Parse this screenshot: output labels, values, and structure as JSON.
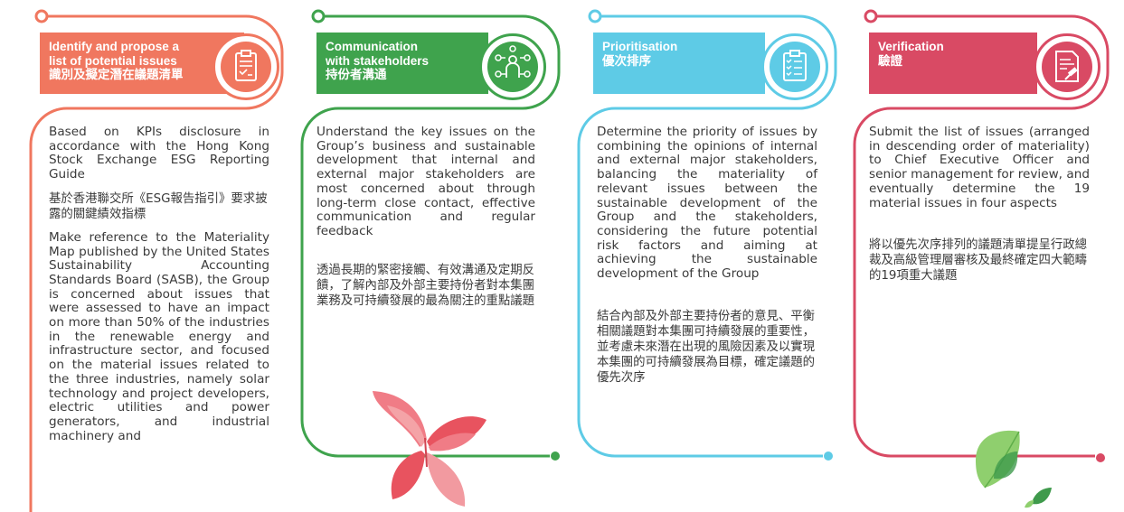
{
  "colors": {
    "step1": "#f0775f",
    "step2": "#3fa34d",
    "step3": "#5ecbe6",
    "step4": "#d94a64",
    "text": "#3a3a3a"
  },
  "steps": [
    {
      "title_en_1": "Identify and propose a",
      "title_en_2": "list of potential issues",
      "title_zh": "識別及擬定潛在議題清單",
      "icon": "clipboard-icon",
      "body": [
        "Based on KPIs disclosure in accordance with the Hong Kong Stock Exchange ESG Reporting Guide",
        "基於香港聯交所《ESG報告指引》要求披露的關鍵績效指標",
        "Make reference to the Materiality Map published by the United States Sustainability Accounting Standards Board (SASB), the Group is concerned about issues that were assessed to have an impact on more than 50% of the industries in the renewable energy and infrastructure sector, and focused on the material issues related to the three industries, namely solar technology and project developers, electric utilities and power generators, and industrial machinery and"
      ]
    },
    {
      "title_en_1": "Communication",
      "title_en_2": "with stakeholders",
      "title_zh": "持份者溝通",
      "icon": "stakeholder-network-icon",
      "body": [
        "Understand the key issues on the Group’s business and sustainable development that internal and external major stakeholders are most concerned about through long-term close contact, effective communication and regular feedback",
        "透過長期的緊密接觸、有效溝通及定期反饋，了解內部及外部主要持份者對本集團業務及可持續發展的最為關注的重點議題"
      ]
    },
    {
      "title_en_1": "Prioritisation",
      "title_zh": "優次排序",
      "icon": "checklist-icon",
      "body": [
        "Determine the priority of issues by combining the opinions of internal and external major stakeholders, balancing the materiality of relevant issues between the sustainable development of the Group and the stakeholders, considering the future potential risk factors and aiming at achieving the sustainable development of the Group",
        "結合內部及外部主要持份者的意見、平衡相關議題對本集團可持續發展的重要性，並考慮未來潛在出現的風險因素及以實現本集團的可持續發展為目標，確定議題的優先次序"
      ]
    },
    {
      "title_en_1": "Verification",
      "title_zh": "驗證",
      "icon": "document-gavel-icon",
      "body": [
        "Submit the list of issues (arranged in descending order of materiality) to Chief Executive Officer and senior management for review, and eventually determine the 19 material issues in four aspects",
        "將以優先次序排列的議題清單提呈行政總裁及高級管理層審核及最終確定四大範疇的19項重大議題"
      ]
    }
  ]
}
